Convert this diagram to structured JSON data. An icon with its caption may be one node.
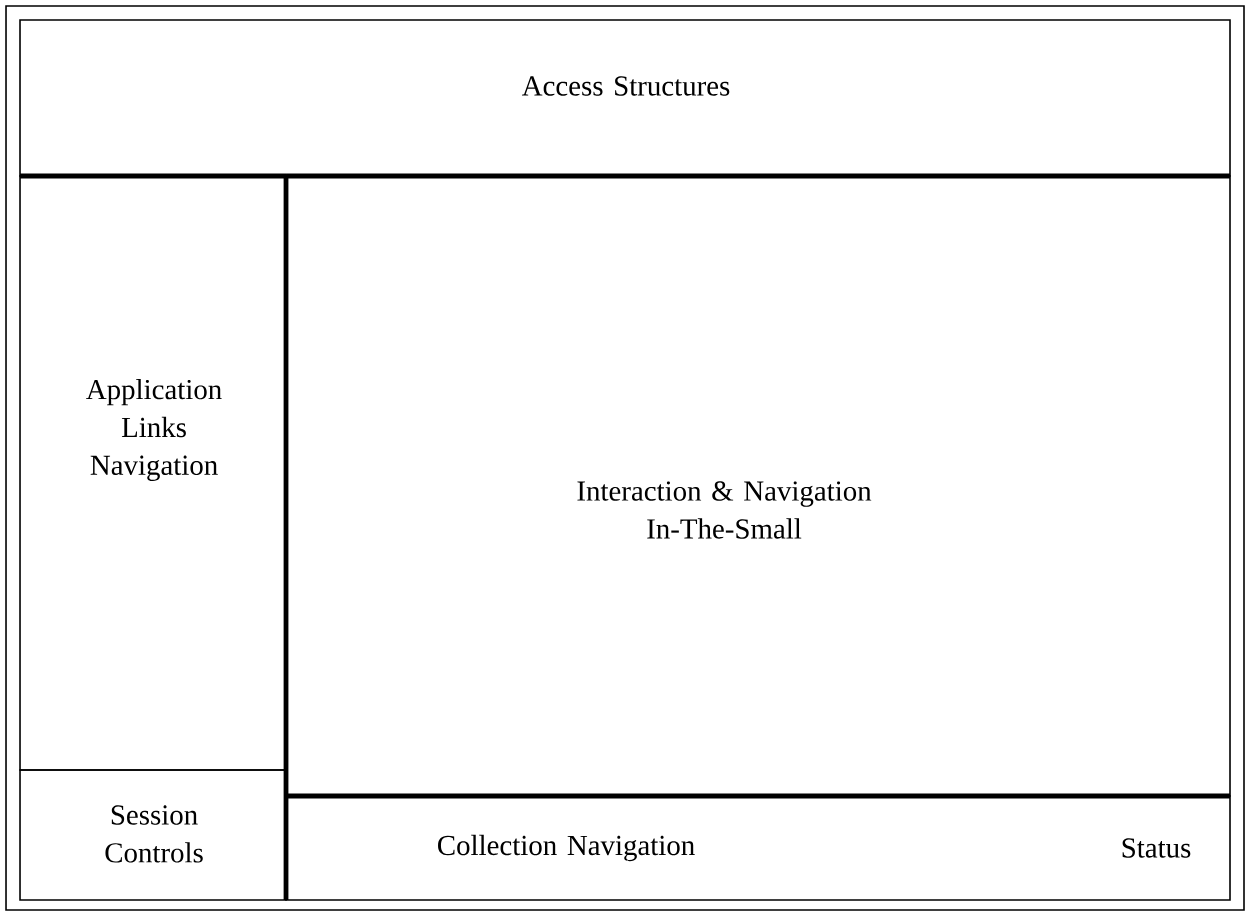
{
  "diagram": {
    "nodes": [
      {
        "text": [
          "Access Structures"
        ]
      },
      {
        "text": [
          "Application Links Navigation"
        ]
      },
      {
        "text": [
          "Session Controls"
        ]
      },
      {
        "text": [
          "Interaction & Navigation In-The-Small"
        ]
      },
      {
        "text": [
          "Collection Navigation",
          "Status"
        ]
      }
    ]
  }
}
